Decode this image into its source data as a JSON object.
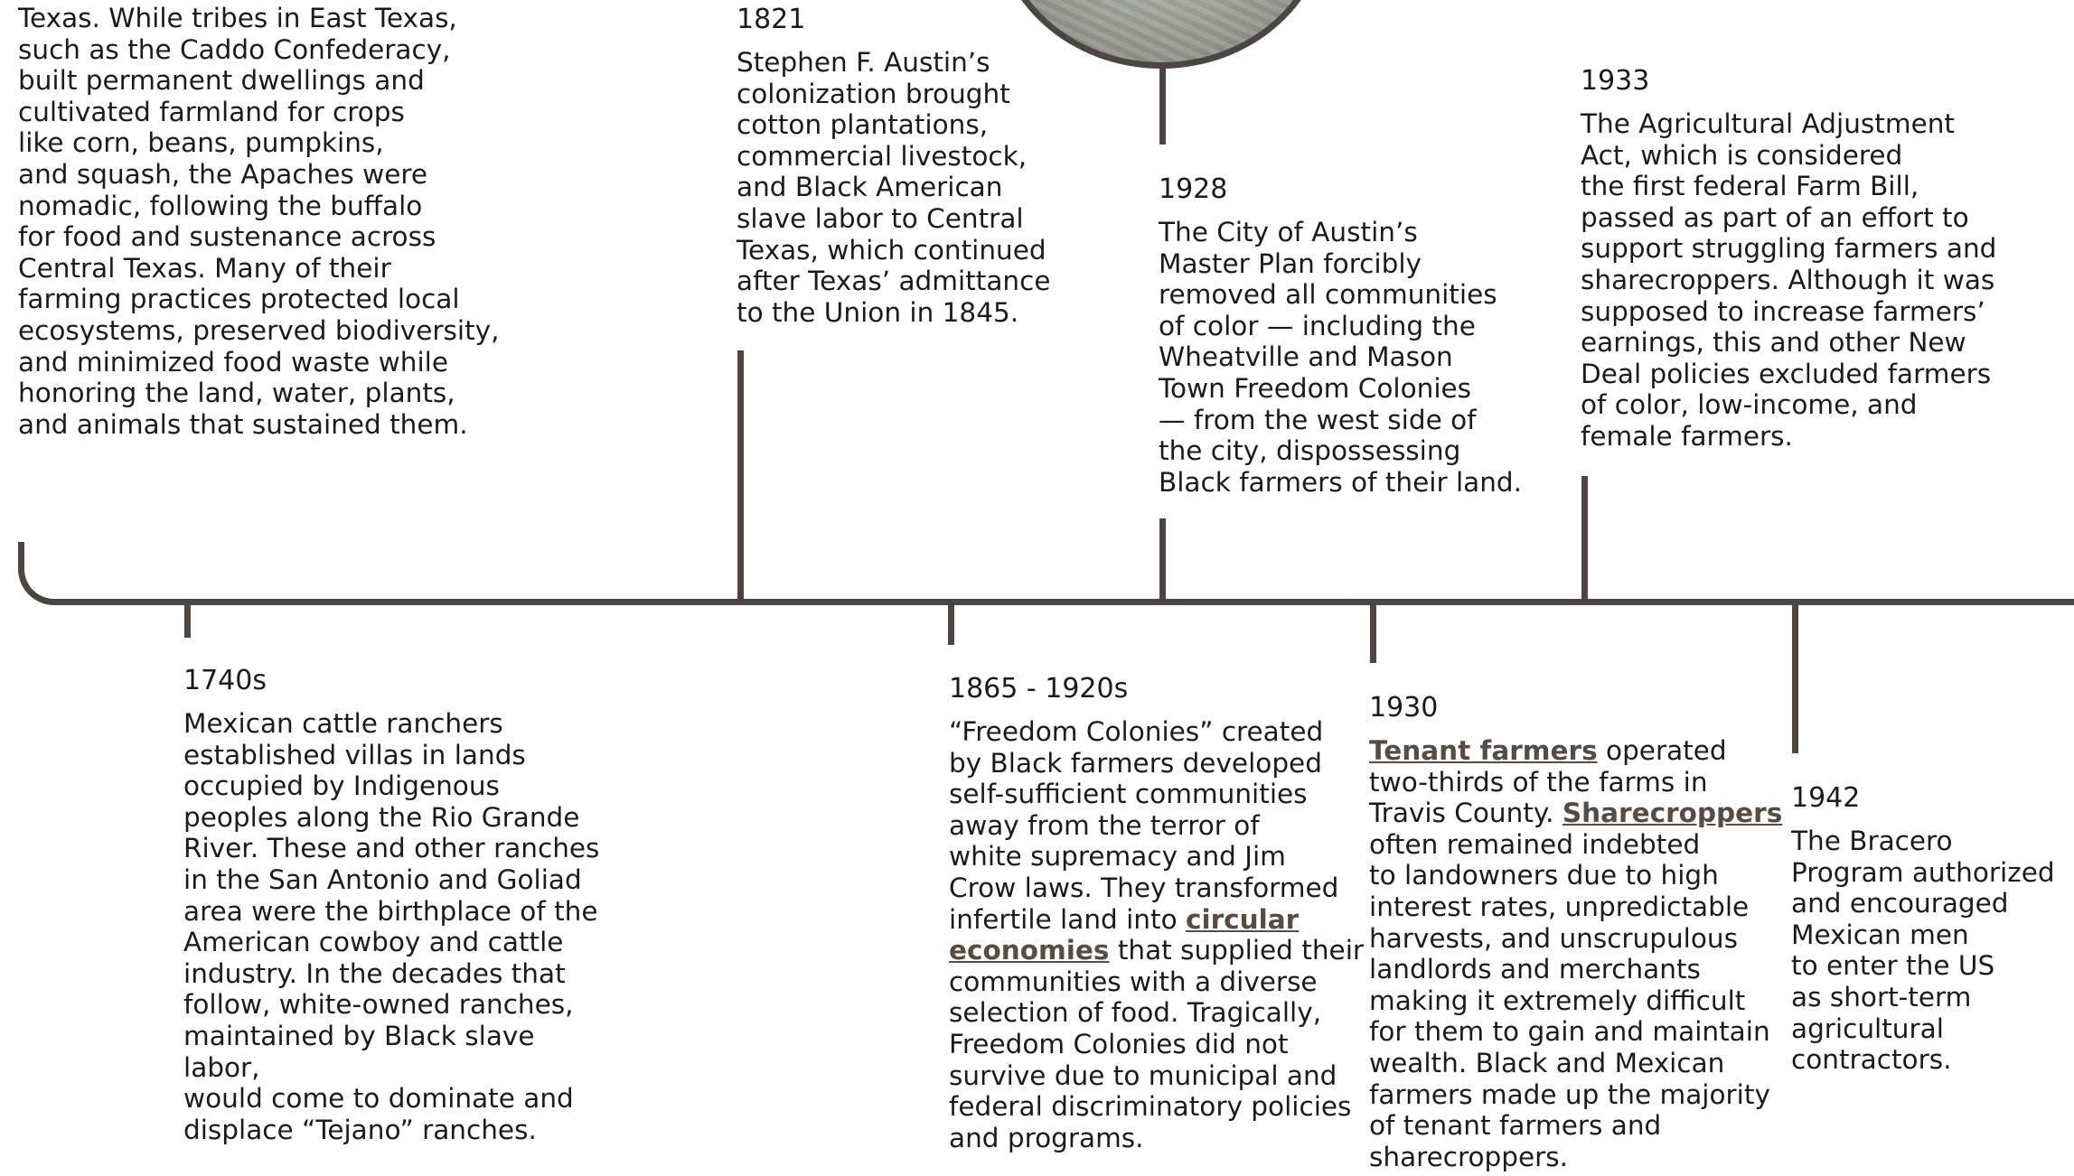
{
  "timeline": {
    "intro": {
      "text": "Texas. While tribes in East Texas,\nsuch as the Caddo Confederacy,\nbuilt permanent dwellings and\ncultivated farmland for crops\nlike corn, beans, pumpkins,\nand squash, the Apaches were\nnomadic, following the buffalo\nfor food and sustenance across\nCentral Texas. Many of their\nfarming practices protected local\necosystems, preserved biodiversity,\nand minimized food waste while\nhonoring the land, water, plants,\nand animals that sustained them."
    },
    "e1821": {
      "year": "1821",
      "text": "Stephen F. Austin’s\ncolonization brought\ncotton plantations,\ncommercial livestock,\nand Black American\nslave labor to Central\nTexas, which continued\nafter Texas’ admittance\nto the Union in 1845."
    },
    "e1928": {
      "year": "1928",
      "text": "The City of Austin’s\nMaster Plan forcibly\nremoved all communities\nof color — including the\nWheatville and Mason\nTown Freedom Colonies\n— from the west side of\nthe city, dispossessing\nBlack farmers of their land."
    },
    "e1933": {
      "year": "1933",
      "text": "The Agricultural Adjustment\nAct, which is considered\nthe first federal Farm Bill,\npassed as part of an effort to\nsupport struggling farmers and\nsharecroppers. Although it was\nsupposed to increase farmers’\nearnings, this and other New\nDeal policies excluded farmers\nof color, low-income, and\nfemale farmers."
    },
    "e1740s": {
      "year": "1740s",
      "text": "Mexican cattle ranchers\nestablished villas in lands\noccupied by Indigenous\npeoples along the Rio Grande\nRiver. These and other ranches\nin the San Antonio and Goliad\narea were the birthplace of the\nAmerican cowboy and cattle\nindustry. In the decades that\nfollow, white-owned ranches,\nmaintained by Black slave labor,\nwould come to dominate and\ndisplace “Tejano” ranches."
    },
    "e1865": {
      "year": "1865 - 1920s",
      "text_before": "“Freedom Colonies” created\nby Black farmers developed\nself-sufficient communities\naway from the terror of\nwhite supremacy and Jim\nCrow laws. They transformed\ninfertile land into ",
      "link": "circular \neconomies",
      "text_after": " that supplied their\ncommunities with a diverse\nselection of food. Tragically,\nFreedom Colonies did not\nsurvive due to municipal and\nfederal discriminatory policies\nand programs."
    },
    "e1930": {
      "year": "1930",
      "link1": "Tenant farmers",
      "text1": " operated\ntwo-thirds of the farms in\nTravis County. ",
      "link2": "Sharecroppers",
      "text2": "\noften remained indebted\nto landowners due to high\ninterest rates, unpredictable\nharvests, and unscrupulous\nlandlords and merchants\nmaking it extremely difficult\nfor them to gain and maintain\nwealth. Black and Mexican\nfarmers made up the majority\nof tenant farmers and\nsharecroppers."
    },
    "e1942": {
      "year": "1942",
      "text": "The Bracero\nProgram authorized\nand encouraged\nMexican men\nto enter the US\nas short-term\nagricultural\ncontractors."
    }
  },
  "colors": {
    "timeline_line": "#4e4542",
    "link": "#5a4b40",
    "text": "#1d1b1a"
  }
}
